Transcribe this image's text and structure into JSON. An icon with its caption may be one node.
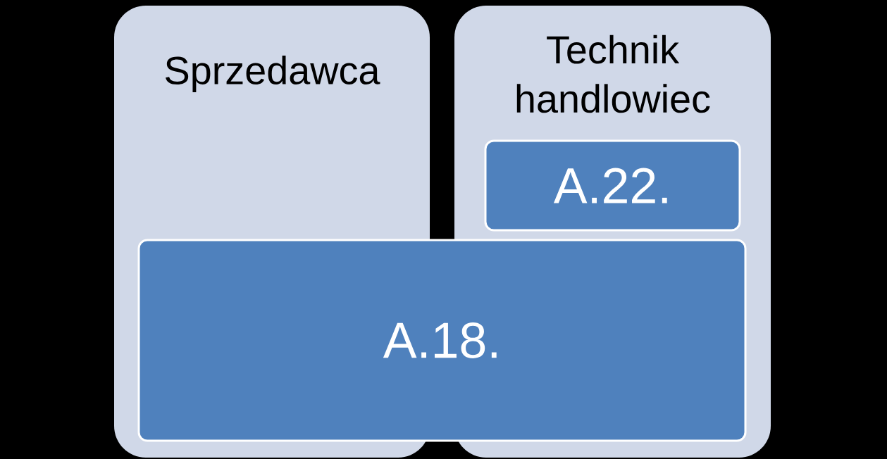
{
  "diagram": {
    "nodes": [
      {
        "text": [
          "Sprzedawca"
        ]
      },
      {
        "text": [
          "Technik handlowiec"
        ]
      },
      {
        "text": [
          "A.22."
        ],
        "in": 1
      },
      {
        "text": [
          "A.18."
        ]
      }
    ]
  }
}
